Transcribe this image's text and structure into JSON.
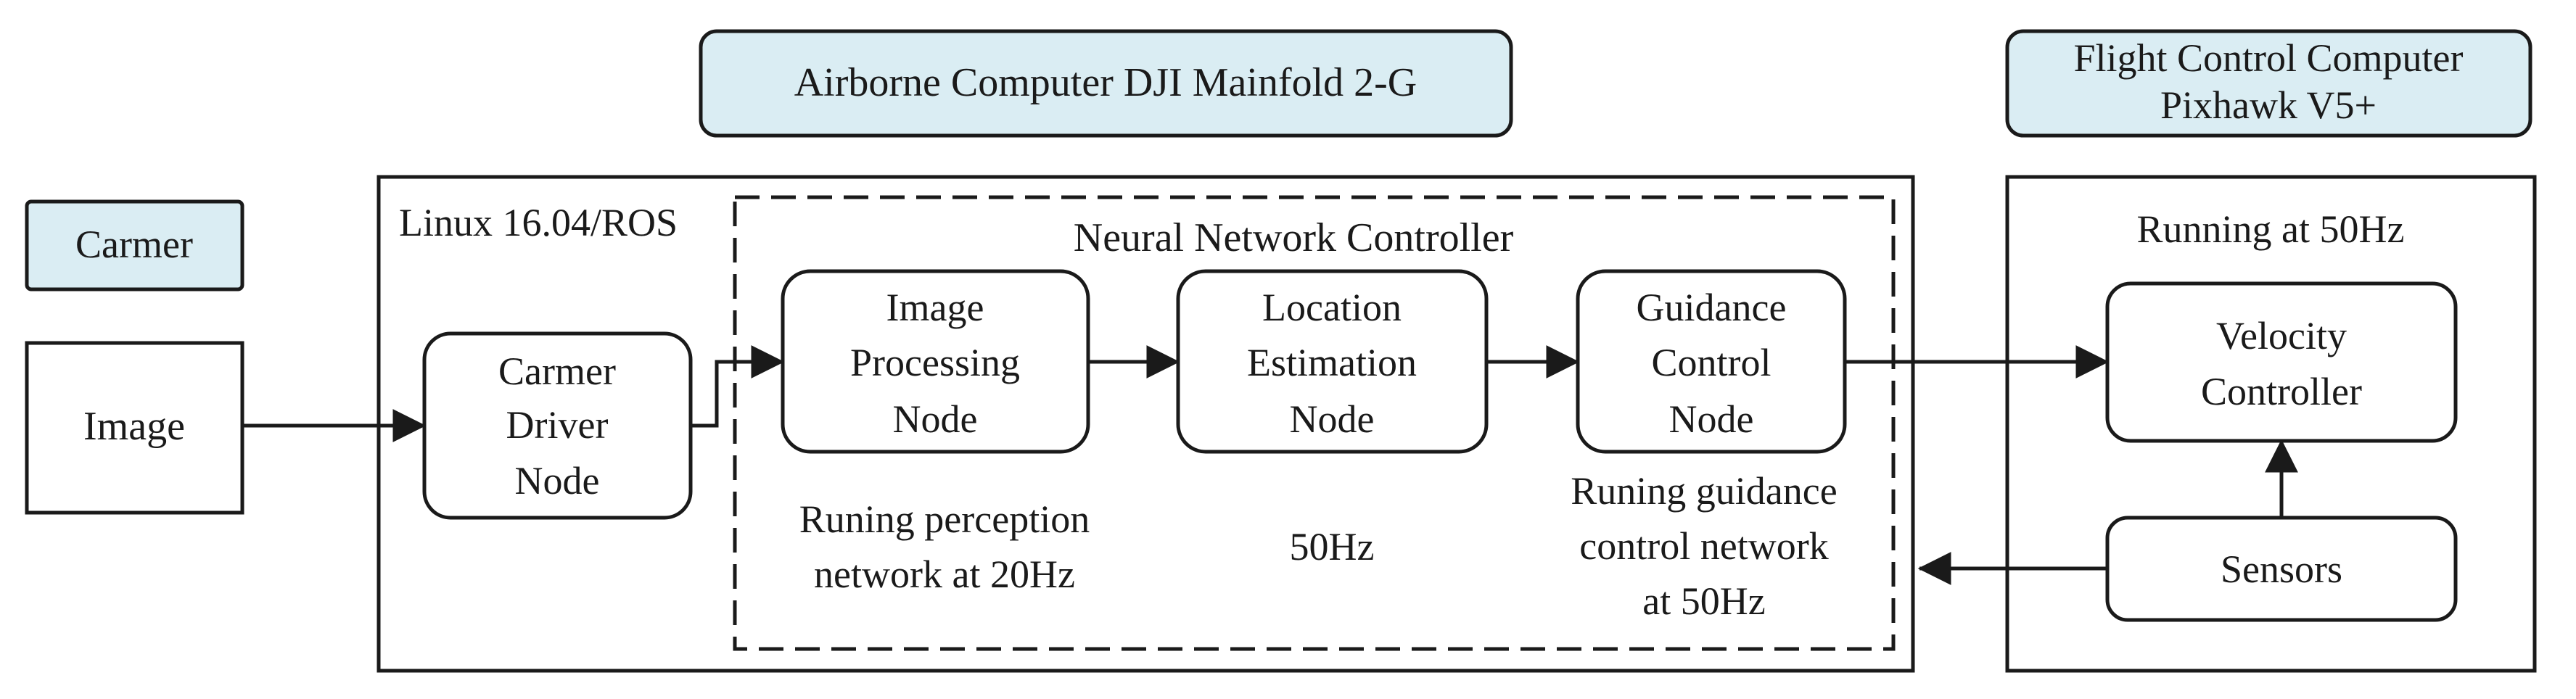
{
  "headers": {
    "camera": "Carmer",
    "airborne_computer": "Airborne Computer DJI Mainfold 2-G",
    "flight_control_line1": "Flight Control Computer",
    "flight_control_line2": "Pixhawk V5+"
  },
  "camera": {
    "image_label": "Image"
  },
  "airborne": {
    "os_label": "Linux 16.04/ROS",
    "driver_node": [
      "Carmer",
      "Driver",
      "Node"
    ],
    "nn_controller": {
      "title": "Neural Network Controller",
      "image_processing_node": [
        "Image",
        "Processing",
        "Node"
      ],
      "location_estimation_node": [
        "Location",
        "Estimation",
        "Node"
      ],
      "guidance_control_node": [
        "Guidance",
        "Control",
        "Node"
      ],
      "perception_note": [
        "Runing perception",
        "network at 20Hz"
      ],
      "location_rate": "50Hz",
      "guidance_note": [
        "Runing guidance",
        "control network",
        "at 50Hz"
      ]
    }
  },
  "flight_control": {
    "rate_label": "Running at 50Hz",
    "velocity_controller": [
      "Velocity",
      "Controller"
    ],
    "sensors": "Sensors"
  },
  "colors": {
    "header_fill": "#daedf3",
    "stroke": "#1a1a1a"
  }
}
